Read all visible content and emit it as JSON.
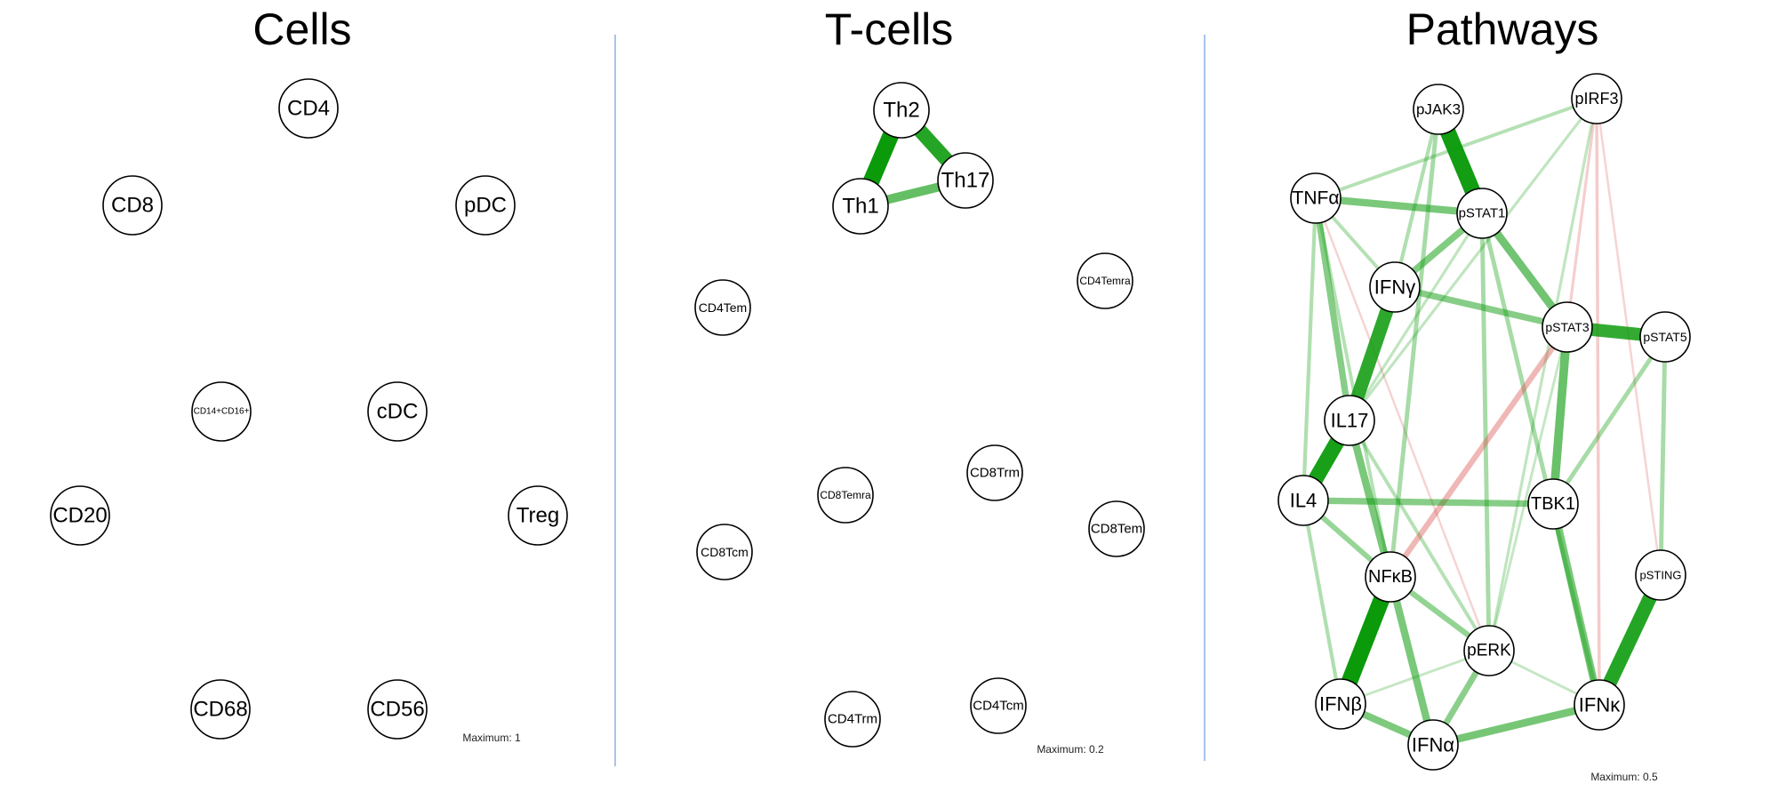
{
  "panels": [
    {
      "id": "cells",
      "title": "Cells",
      "maximum_label": "Maximum: 1",
      "maximum": 1,
      "nodes": [
        {
          "id": "CD4",
          "label": "CD4"
        },
        {
          "id": "CD8",
          "label": "CD8"
        },
        {
          "id": "pDC",
          "label": "pDC"
        },
        {
          "id": "CD14CD16",
          "label": "CD14+CD16+"
        },
        {
          "id": "cDC",
          "label": "cDC"
        },
        {
          "id": "CD20",
          "label": "CD20"
        },
        {
          "id": "Treg",
          "label": "Treg"
        },
        {
          "id": "CD68",
          "label": "CD68"
        },
        {
          "id": "CD56",
          "label": "CD56"
        }
      ],
      "edges": []
    },
    {
      "id": "tcells",
      "title": "T-cells",
      "maximum_label": "Maximum: 0.2",
      "maximum": 0.2,
      "nodes": [
        {
          "id": "Th2",
          "label": "Th2"
        },
        {
          "id": "Th17",
          "label": "Th17"
        },
        {
          "id": "Th1",
          "label": "Th1"
        },
        {
          "id": "CD4Tem",
          "label": "CD4Tem"
        },
        {
          "id": "CD4Temra",
          "label": "CD4Temra"
        },
        {
          "id": "CD8Trm",
          "label": "CD8Trm"
        },
        {
          "id": "CD8Temra",
          "label": "CD8Temra"
        },
        {
          "id": "CD8Tem",
          "label": "CD8Tem"
        },
        {
          "id": "CD8Tcm",
          "label": "CD8Tcm"
        },
        {
          "id": "CD4Trm",
          "label": "CD4Trm"
        },
        {
          "id": "CD4Tcm",
          "label": "CD4Tcm"
        }
      ],
      "edges": [
        {
          "from": "Th2",
          "to": "Th1",
          "weight": 0.2
        },
        {
          "from": "Th2",
          "to": "Th17",
          "weight": 0.17
        },
        {
          "from": "Th1",
          "to": "Th17",
          "weight": 0.1
        }
      ]
    },
    {
      "id": "pathways",
      "title": "Pathways",
      "maximum_label": "Maximum: 0.5",
      "maximum": 0.5,
      "nodes": [
        {
          "id": "pJAK3",
          "label": "pJAK3"
        },
        {
          "id": "pIRF3",
          "label": "pIRF3"
        },
        {
          "id": "TNFa",
          "label": "TNFα"
        },
        {
          "id": "pSTAT1",
          "label": "pSTAT1"
        },
        {
          "id": "IFNg",
          "label": "IFNγ"
        },
        {
          "id": "pSTAT3",
          "label": "pSTAT3"
        },
        {
          "id": "pSTAT5",
          "label": "pSTAT5"
        },
        {
          "id": "IL17",
          "label": "IL17"
        },
        {
          "id": "IL4",
          "label": "IL4"
        },
        {
          "id": "TBK1",
          "label": "TBK1"
        },
        {
          "id": "NFkB",
          "label": "NFκB"
        },
        {
          "id": "pSTING",
          "label": "pSTING"
        },
        {
          "id": "pERK",
          "label": "pERK"
        },
        {
          "id": "IFNb",
          "label": "IFNβ"
        },
        {
          "id": "IFNa",
          "label": "IFNα"
        },
        {
          "id": "IFNk",
          "label": "IFNκ"
        }
      ],
      "edges": [
        {
          "from": "pJAK3",
          "to": "pSTAT1",
          "weight": 0.48
        },
        {
          "from": "IFNg",
          "to": "IL17",
          "weight": 0.4
        },
        {
          "from": "IL17",
          "to": "IL4",
          "weight": 0.46
        },
        {
          "from": "NFkB",
          "to": "IFNb",
          "weight": 0.5
        },
        {
          "from": "pSTAT3",
          "to": "pSTAT5",
          "weight": 0.38
        },
        {
          "from": "pSTING",
          "to": "IFNk",
          "weight": 0.42
        },
        {
          "from": "TNFa",
          "to": "pSTAT1",
          "weight": 0.2
        },
        {
          "from": "pSTAT1",
          "to": "IFNg",
          "weight": 0.18
        },
        {
          "from": "pSTAT1",
          "to": "pSTAT3",
          "weight": 0.22
        },
        {
          "from": "IFNg",
          "to": "pSTAT3",
          "weight": 0.17
        },
        {
          "from": "pSTAT3",
          "to": "TBK1",
          "weight": 0.24
        },
        {
          "from": "TNFa",
          "to": "IL17",
          "weight": 0.17
        },
        {
          "from": "IL17",
          "to": "NFkB",
          "weight": 0.2
        },
        {
          "from": "IL4",
          "to": "TBK1",
          "weight": 0.17
        },
        {
          "from": "IL4",
          "to": "NFkB",
          "weight": 0.13
        },
        {
          "from": "TBK1",
          "to": "IFNk",
          "weight": 0.2
        },
        {
          "from": "NFkB",
          "to": "IFNa",
          "weight": 0.2
        },
        {
          "from": "NFkB",
          "to": "pERK",
          "weight": 0.14
        },
        {
          "from": "pERK",
          "to": "IFNa",
          "weight": 0.16
        },
        {
          "from": "IFNb",
          "to": "IFNa",
          "weight": 0.19
        },
        {
          "from": "IFNa",
          "to": "IFNk",
          "weight": 0.21
        },
        {
          "from": "pSTAT5",
          "to": "pSTING",
          "weight": 0.1
        },
        {
          "from": "pSTAT5",
          "to": "TBK1",
          "weight": 0.1
        },
        {
          "from": "pIRF3",
          "to": "TNFa",
          "weight": 0.07
        },
        {
          "from": "pJAK3",
          "to": "IFNg",
          "weight": 0.08
        },
        {
          "from": "pJAK3",
          "to": "NFkB",
          "weight": 0.1
        },
        {
          "from": "TNFa",
          "to": "IL4",
          "weight": 0.08
        },
        {
          "from": "TNFa",
          "to": "IFNg",
          "weight": 0.07
        },
        {
          "from": "TNFa",
          "to": "NFkB",
          "weight": 0.07
        },
        {
          "from": "pSTAT1",
          "to": "pERK",
          "weight": 0.1
        },
        {
          "from": "pSTAT1",
          "to": "IFNk",
          "weight": 0.1
        },
        {
          "from": "pSTAT1",
          "to": "IL17",
          "weight": 0.05
        },
        {
          "from": "pIRF3",
          "to": "IL17",
          "weight": 0.05
        },
        {
          "from": "pIRF3",
          "to": "pERK",
          "weight": 0.05
        },
        {
          "from": "IL4",
          "to": "IFNb",
          "weight": 0.08
        },
        {
          "from": "IL17",
          "to": "pERK",
          "weight": 0.07
        },
        {
          "from": "pERK",
          "to": "IFNb",
          "weight": 0.04
        },
        {
          "from": "pERK",
          "to": "IFNk",
          "weight": 0.04
        },
        {
          "from": "pSTAT3",
          "to": "pERK",
          "weight": 0.04
        },
        {
          "from": "pSTAT3",
          "to": "NFkB",
          "weight": -0.14
        },
        {
          "from": "pIRF3",
          "to": "pSTAT3",
          "weight": -0.05
        },
        {
          "from": "pIRF3",
          "to": "IFNk",
          "weight": -0.06
        },
        {
          "from": "pIRF3",
          "to": "pSTING",
          "weight": -0.03
        },
        {
          "from": "TNFa",
          "to": "pERK",
          "weight": -0.03
        }
      ]
    }
  ],
  "colors": {
    "positive": "#0a9a0a",
    "negative": "#d9534f",
    "divider": "#a9c4ec"
  }
}
